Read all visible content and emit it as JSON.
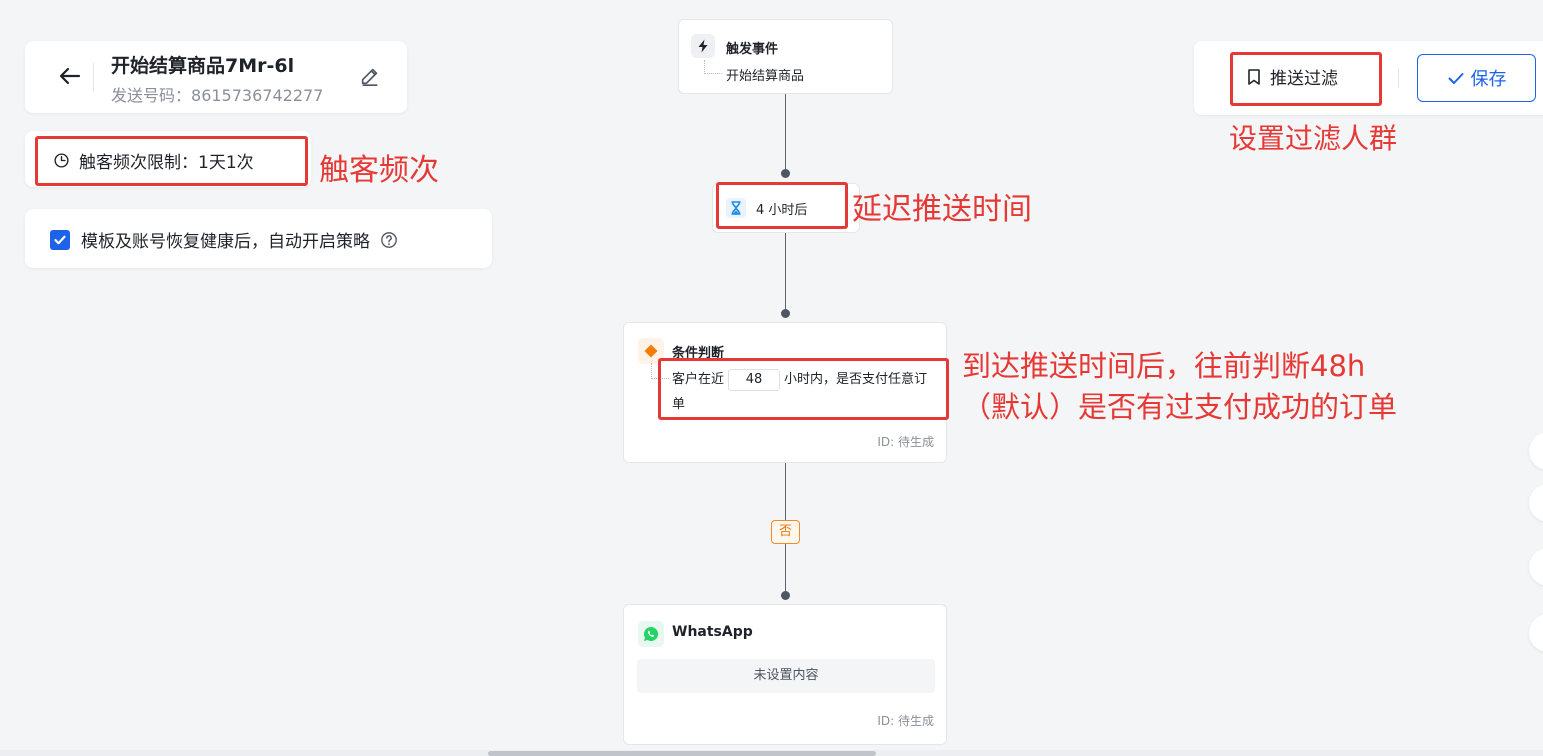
{
  "header": {
    "title": "开始结算商品7Mr-6l",
    "sender_label": "发送号码：",
    "sender_number": "8615736742277"
  },
  "frequency": {
    "label": "触客频次限制：1天1次"
  },
  "auto_enable": {
    "label": "模板及账号恢复健康后，自动开启策略",
    "checked": true
  },
  "actions": {
    "filter_label": "推送过滤",
    "save_label": "保存"
  },
  "flow": {
    "trigger": {
      "title": "触发事件",
      "event": "开始结算商品"
    },
    "delay": {
      "label": "4 小时后"
    },
    "condition": {
      "title": "条件判断",
      "text_before": "客户在近",
      "hours": "48",
      "text_after": "小时内，是否支付任意订单",
      "id_label": "ID: 待生成"
    },
    "branch_label": "否",
    "whatsapp": {
      "title": "WhatsApp",
      "content_placeholder": "未设置内容",
      "id_label": "ID: 待生成"
    }
  },
  "annotations": {
    "frequency": "触客频次",
    "filter": "设置过滤人群",
    "delay": "延迟推送时间",
    "condition_line1": "到达推送时间后，往前判断48h",
    "condition_line2": "（默认）是否有过支付成功的订单"
  },
  "colors": {
    "primary": "#1d63ea",
    "annotation_red": "#e53935",
    "branch_orange": "#f08c2a",
    "whatsapp_green": "#25d366"
  },
  "icons": {
    "back": "arrow-left-icon",
    "edit": "pencil-icon",
    "frequency": "clock-icon",
    "help": "question-circle-icon",
    "filter": "bookmark-icon",
    "save": "check-icon",
    "trigger": "lightning-icon",
    "delay": "hourglass-icon",
    "condition": "diamond-icon",
    "whatsapp": "whatsapp-icon"
  }
}
